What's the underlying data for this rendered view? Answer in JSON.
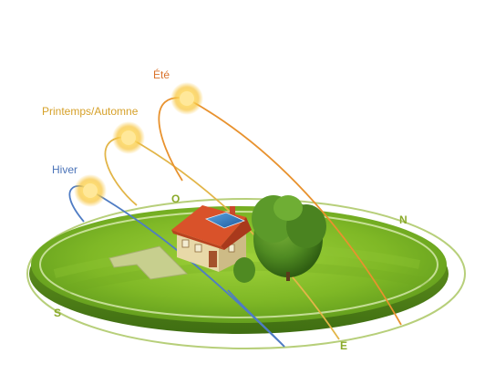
{
  "seasons": {
    "summer": {
      "label": "Été",
      "color": "#d9712a",
      "path_color": "#e8922e"
    },
    "spring_autumn": {
      "label": "Printemps/Automne",
      "color": "#d6a12a",
      "path_color": "#e2b548"
    },
    "winter": {
      "label": "Hiver",
      "color": "#4a73b8",
      "path_color": "#4f7cc4"
    }
  },
  "compass": {
    "north": "N",
    "south": "S",
    "east": "E",
    "west": "O",
    "color": "#8aaa2a"
  },
  "icons": {
    "sun": "sun-icon",
    "house": "house-icon",
    "solar_panel": "solar-panel-icon",
    "tree": "tree-icon"
  }
}
